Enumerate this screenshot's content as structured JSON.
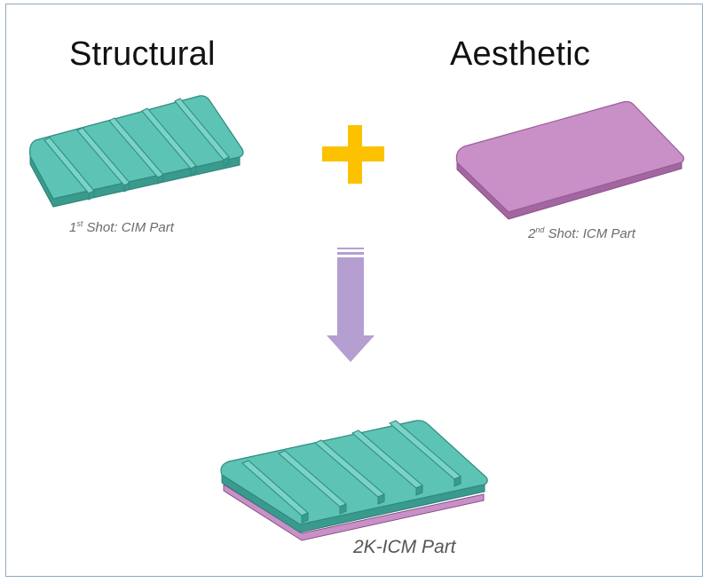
{
  "headings": {
    "structural": "Structural",
    "aesthetic": "Aesthetic"
  },
  "captions": {
    "first_shot": {
      "base": "1",
      "sup": "st",
      "rest": " Shot: CIM Part"
    },
    "second_shot": {
      "base": "2",
      "sup": "nd",
      "rest": " Shot: ICM Part"
    },
    "result": "2K-ICM Part"
  },
  "icons": {
    "plus": "plus-icon",
    "arrow": "down-arrow-icon"
  },
  "colors": {
    "structural_part": "#5cc3b5",
    "aesthetic_part": "#c990c7",
    "plus": "#fcc200",
    "arrow": "#b49fd0",
    "frame_border": "#8fa8c4"
  }
}
